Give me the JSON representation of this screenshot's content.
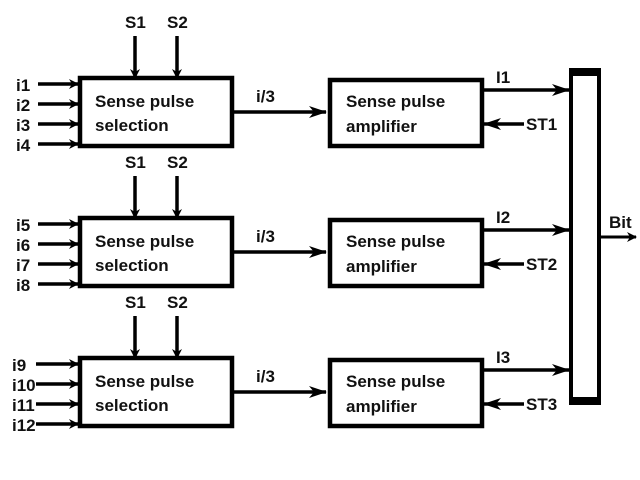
{
  "title": "Sense pulse selection and amplification block diagram",
  "channels": [
    {
      "inputs": [
        "i1",
        "i2",
        "i3",
        "i4"
      ],
      "select_signals": [
        "S1",
        "S2"
      ],
      "selection_block": [
        "Sense pulse",
        "selection"
      ],
      "link_label": "i/3",
      "amplifier_block": [
        "Sense pulse",
        "amplifier"
      ],
      "output_label": "I1",
      "strobe_label": "ST1"
    },
    {
      "inputs": [
        "i5",
        "i6",
        "i7",
        "i8"
      ],
      "select_signals": [
        "S1",
        "S2"
      ],
      "selection_block": [
        "Sense pulse",
        "selection"
      ],
      "link_label": "i/3",
      "amplifier_block": [
        "Sense pulse",
        "amplifier"
      ],
      "output_label": "I2",
      "strobe_label": "ST2"
    },
    {
      "inputs": [
        "i9",
        "i10",
        "i11",
        "i12"
      ],
      "select_signals": [
        "S1",
        "S2"
      ],
      "selection_block": [
        "Sense pulse",
        "selection"
      ],
      "link_label": "i/3",
      "amplifier_block": [
        "Sense pulse",
        "amplifier"
      ],
      "output_label": "I3",
      "strobe_label": "ST3"
    }
  ],
  "combiner": {
    "output_label": "Bit"
  }
}
